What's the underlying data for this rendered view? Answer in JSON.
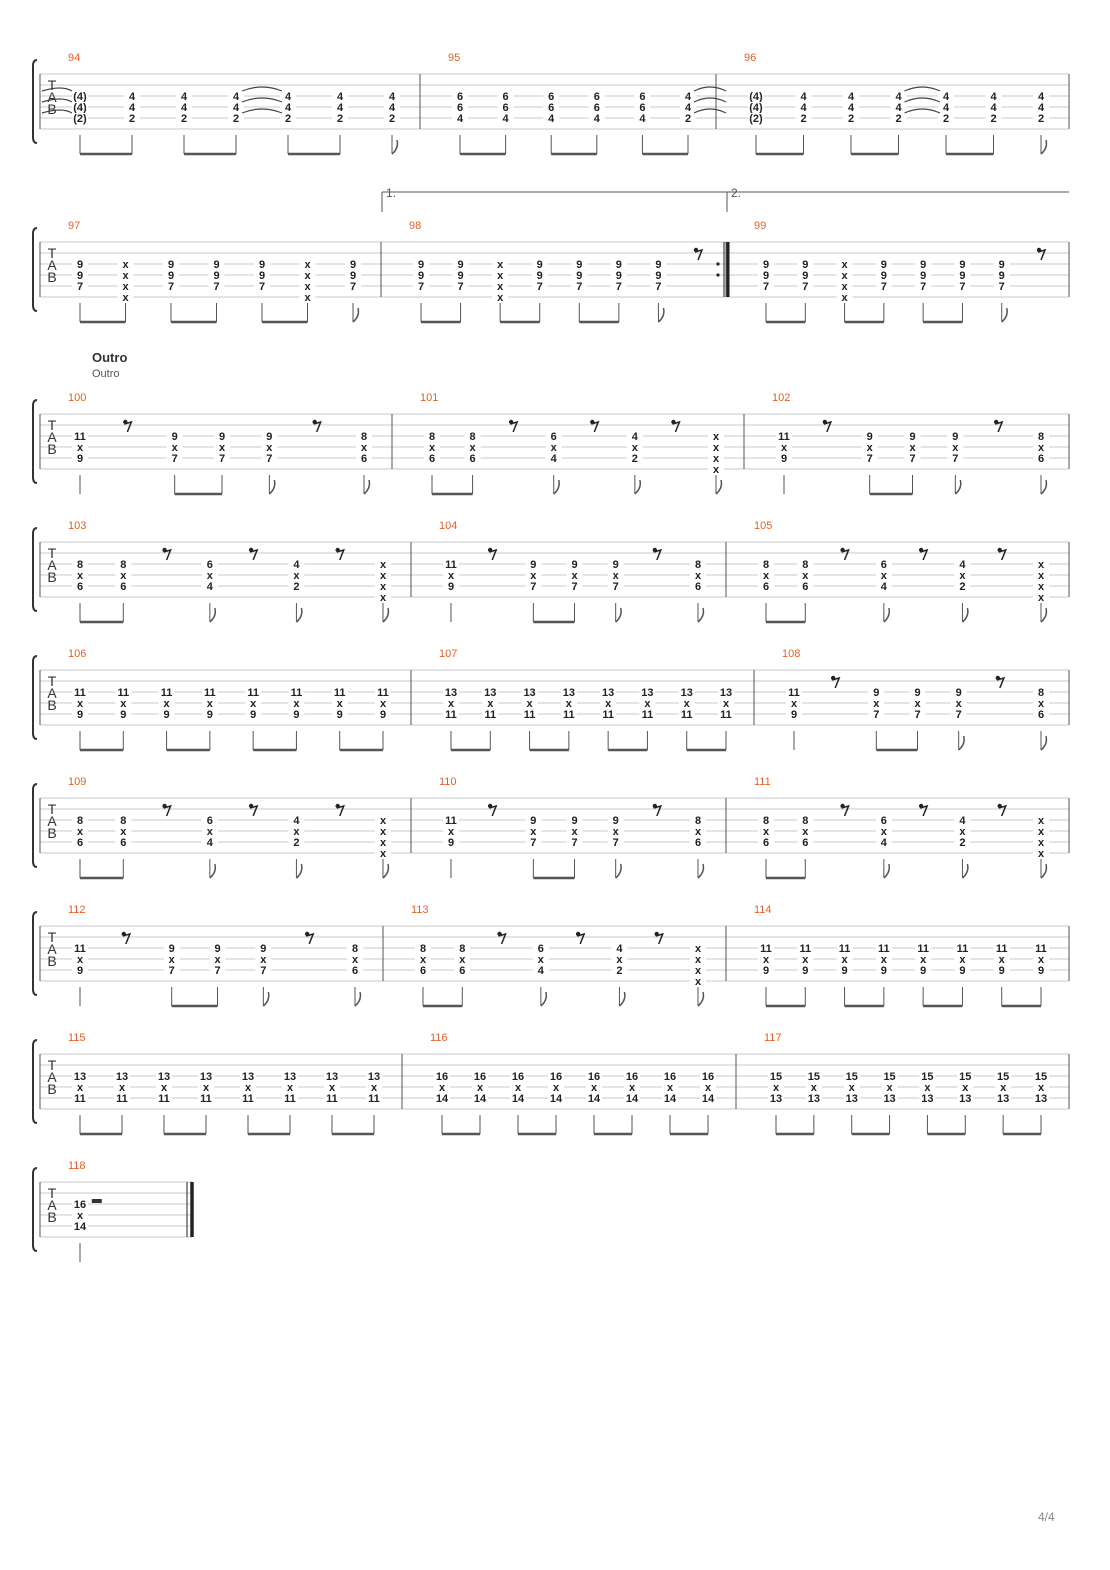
{
  "page": {
    "number": "4/4"
  },
  "tab": {
    "clef": [
      "T",
      "A",
      "B"
    ],
    "dead_note": "x",
    "rest_symbol": "eighth-rest",
    "whole_rest_symbol": "half-rest"
  },
  "section": {
    "title": "Outro",
    "subtitle": "Outro"
  },
  "voltas": [
    "1.",
    "2."
  ],
  "systems": [
    {
      "measures": [
        {
          "number": "94",
          "ties_in": true,
          "chords": [
            [
              "(4)",
              "(4)",
              "(2)"
            ],
            [
              "4",
              "4",
              "2"
            ],
            [
              "4",
              "4",
              "2"
            ],
            [
              "4",
              "4",
              "2"
            ],
            [
              "4",
              "4",
              "2"
            ],
            [
              "4",
              "4",
              "2"
            ],
            [
              "4",
              "4",
              "2"
            ]
          ],
          "tie_after": 3
        },
        {
          "number": "95",
          "chords": [
            [
              "6",
              "6",
              "4"
            ],
            [
              "6",
              "6",
              "4"
            ],
            [
              "6",
              "6",
              "4"
            ],
            [
              "6",
              "6",
              "4"
            ],
            [
              "6",
              "6",
              "4"
            ],
            [
              "4",
              "4",
              "2"
            ]
          ],
          "tie_after": 5
        },
        {
          "number": "96",
          "chords": [
            [
              "(4)",
              "(4)",
              "(2)"
            ],
            [
              "4",
              "4",
              "2"
            ],
            [
              "4",
              "4",
              "2"
            ],
            [
              "4",
              "4",
              "2"
            ],
            [
              "4",
              "4",
              "2"
            ],
            [
              "4",
              "4",
              "2"
            ],
            [
              "4",
              "4",
              "2"
            ]
          ],
          "tie_after": 3
        }
      ]
    },
    {
      "measures": [
        {
          "number": "97",
          "chords": [
            [
              "9",
              "9",
              "7"
            ],
            [
              "x",
              "x",
              "x",
              "x"
            ],
            [
              "9",
              "9",
              "7"
            ],
            [
              "9",
              "9",
              "7"
            ],
            [
              "9",
              "9",
              "7"
            ],
            [
              "x",
              "x",
              "x",
              "x"
            ],
            [
              "9",
              "9",
              "7"
            ]
          ]
        },
        {
          "number": "98",
          "volta": "1.",
          "chords": [
            [
              "9",
              "9",
              "7"
            ],
            [
              "9",
              "9",
              "7"
            ],
            [
              "x",
              "x",
              "x",
              "x"
            ],
            [
              "9",
              "9",
              "7"
            ],
            [
              "9",
              "9",
              "7"
            ],
            [
              "9",
              "9",
              "7"
            ],
            [
              "9",
              "9",
              "7"
            ],
            [
              "rest"
            ]
          ],
          "repeat_end": true
        },
        {
          "number": "99",
          "volta": "2.",
          "chords": [
            [
              "9",
              "9",
              "7"
            ],
            [
              "9",
              "9",
              "7"
            ],
            [
              "x",
              "x",
              "x",
              "x"
            ],
            [
              "9",
              "9",
              "7"
            ],
            [
              "9",
              "9",
              "7"
            ],
            [
              "9",
              "9",
              "7"
            ],
            [
              "9",
              "9",
              "7"
            ],
            [
              "rest"
            ]
          ]
        }
      ]
    },
    {
      "measures": [
        {
          "number": "100",
          "chords": [
            [
              "11",
              "x",
              "9"
            ],
            [
              "rest"
            ],
            [
              "9",
              "x",
              "7"
            ],
            [
              "9",
              "x",
              "7"
            ],
            [
              "9",
              "x",
              "7"
            ],
            [
              "rest"
            ],
            [
              "8",
              "x",
              "6"
            ]
          ]
        },
        {
          "number": "101",
          "chords": [
            [
              "8",
              "x",
              "6"
            ],
            [
              "8",
              "x",
              "6"
            ],
            [
              "rest"
            ],
            [
              "6",
              "x",
              "4"
            ],
            [
              "rest"
            ],
            [
              "4",
              "x",
              "2"
            ],
            [
              "rest"
            ],
            [
              "x",
              "x",
              "x",
              "x"
            ]
          ]
        },
        {
          "number": "102",
          "chords": [
            [
              "11",
              "x",
              "9"
            ],
            [
              "rest"
            ],
            [
              "9",
              "x",
              "7"
            ],
            [
              "9",
              "x",
              "7"
            ],
            [
              "9",
              "x",
              "7"
            ],
            [
              "rest"
            ],
            [
              "8",
              "x",
              "6"
            ]
          ]
        }
      ]
    },
    {
      "measures": [
        {
          "number": "103",
          "chords": [
            [
              "8",
              "x",
              "6"
            ],
            [
              "8",
              "x",
              "6"
            ],
            [
              "rest"
            ],
            [
              "6",
              "x",
              "4"
            ],
            [
              "rest"
            ],
            [
              "4",
              "x",
              "2"
            ],
            [
              "rest"
            ],
            [
              "x",
              "x",
              "x",
              "x"
            ]
          ]
        },
        {
          "number": "104",
          "chords": [
            [
              "11",
              "x",
              "9"
            ],
            [
              "rest"
            ],
            [
              "9",
              "x",
              "7"
            ],
            [
              "9",
              "x",
              "7"
            ],
            [
              "9",
              "x",
              "7"
            ],
            [
              "rest"
            ],
            [
              "8",
              "x",
              "6"
            ]
          ]
        },
        {
          "number": "105",
          "chords": [
            [
              "8",
              "x",
              "6"
            ],
            [
              "8",
              "x",
              "6"
            ],
            [
              "rest"
            ],
            [
              "6",
              "x",
              "4"
            ],
            [
              "rest"
            ],
            [
              "4",
              "x",
              "2"
            ],
            [
              "rest"
            ],
            [
              "x",
              "x",
              "x",
              "x"
            ]
          ]
        }
      ]
    },
    {
      "measures": [
        {
          "number": "106",
          "chords": [
            [
              "11",
              "x",
              "9"
            ],
            [
              "11",
              "x",
              "9"
            ],
            [
              "11",
              "x",
              "9"
            ],
            [
              "11",
              "x",
              "9"
            ],
            [
              "11",
              "x",
              "9"
            ],
            [
              "11",
              "x",
              "9"
            ],
            [
              "11",
              "x",
              "9"
            ],
            [
              "11",
              "x",
              "9"
            ]
          ]
        },
        {
          "number": "107",
          "chords": [
            [
              "13",
              "x",
              "11"
            ],
            [
              "13",
              "x",
              "11"
            ],
            [
              "13",
              "x",
              "11"
            ],
            [
              "13",
              "x",
              "11"
            ],
            [
              "13",
              "x",
              "11"
            ],
            [
              "13",
              "x",
              "11"
            ],
            [
              "13",
              "x",
              "11"
            ],
            [
              "13",
              "x",
              "11"
            ]
          ]
        },
        {
          "number": "108",
          "chords": [
            [
              "11",
              "x",
              "9"
            ],
            [
              "rest"
            ],
            [
              "9",
              "x",
              "7"
            ],
            [
              "9",
              "x",
              "7"
            ],
            [
              "9",
              "x",
              "7"
            ],
            [
              "rest"
            ],
            [
              "8",
              "x",
              "6"
            ]
          ]
        }
      ]
    },
    {
      "measures": [
        {
          "number": "109",
          "chords": [
            [
              "8",
              "x",
              "6"
            ],
            [
              "8",
              "x",
              "6"
            ],
            [
              "rest"
            ],
            [
              "6",
              "x",
              "4"
            ],
            [
              "rest"
            ],
            [
              "4",
              "x",
              "2"
            ],
            [
              "rest"
            ],
            [
              "x",
              "x",
              "x",
              "x"
            ]
          ]
        },
        {
          "number": "110",
          "chords": [
            [
              "11",
              "x",
              "9"
            ],
            [
              "rest"
            ],
            [
              "9",
              "x",
              "7"
            ],
            [
              "9",
              "x",
              "7"
            ],
            [
              "9",
              "x",
              "7"
            ],
            [
              "rest"
            ],
            [
              "8",
              "x",
              "6"
            ]
          ]
        },
        {
          "number": "111",
          "chords": [
            [
              "8",
              "x",
              "6"
            ],
            [
              "8",
              "x",
              "6"
            ],
            [
              "rest"
            ],
            [
              "6",
              "x",
              "4"
            ],
            [
              "rest"
            ],
            [
              "4",
              "x",
              "2"
            ],
            [
              "rest"
            ],
            [
              "x",
              "x",
              "x",
              "x"
            ]
          ]
        }
      ]
    },
    {
      "measures": [
        {
          "number": "112",
          "chords": [
            [
              "11",
              "x",
              "9"
            ],
            [
              "rest"
            ],
            [
              "9",
              "x",
              "7"
            ],
            [
              "9",
              "x",
              "7"
            ],
            [
              "9",
              "x",
              "7"
            ],
            [
              "rest"
            ],
            [
              "8",
              "x",
              "6"
            ]
          ]
        },
        {
          "number": "113",
          "chords": [
            [
              "8",
              "x",
              "6"
            ],
            [
              "8",
              "x",
              "6"
            ],
            [
              "rest"
            ],
            [
              "6",
              "x",
              "4"
            ],
            [
              "rest"
            ],
            [
              "4",
              "x",
              "2"
            ],
            [
              "rest"
            ],
            [
              "x",
              "x",
              "x",
              "x"
            ]
          ]
        },
        {
          "number": "114",
          "chords": [
            [
              "11",
              "x",
              "9"
            ],
            [
              "11",
              "x",
              "9"
            ],
            [
              "11",
              "x",
              "9"
            ],
            [
              "11",
              "x",
              "9"
            ],
            [
              "11",
              "x",
              "9"
            ],
            [
              "11",
              "x",
              "9"
            ],
            [
              "11",
              "x",
              "9"
            ],
            [
              "11",
              "x",
              "9"
            ]
          ]
        }
      ]
    },
    {
      "measures": [
        {
          "number": "115",
          "chords": [
            [
              "13",
              "x",
              "11"
            ],
            [
              "13",
              "x",
              "11"
            ],
            [
              "13",
              "x",
              "11"
            ],
            [
              "13",
              "x",
              "11"
            ],
            [
              "13",
              "x",
              "11"
            ],
            [
              "13",
              "x",
              "11"
            ],
            [
              "13",
              "x",
              "11"
            ],
            [
              "13",
              "x",
              "11"
            ]
          ]
        },
        {
          "number": "116",
          "chords": [
            [
              "16",
              "x",
              "14"
            ],
            [
              "16",
              "x",
              "14"
            ],
            [
              "16",
              "x",
              "14"
            ],
            [
              "16",
              "x",
              "14"
            ],
            [
              "16",
              "x",
              "14"
            ],
            [
              "16",
              "x",
              "14"
            ],
            [
              "16",
              "x",
              "14"
            ],
            [
              "16",
              "x",
              "14"
            ]
          ]
        },
        {
          "number": "117",
          "chords": [
            [
              "15",
              "x",
              "13"
            ],
            [
              "15",
              "x",
              "13"
            ],
            [
              "15",
              "x",
              "13"
            ],
            [
              "15",
              "x",
              "13"
            ],
            [
              "15",
              "x",
              "13"
            ],
            [
              "15",
              "x",
              "13"
            ],
            [
              "15",
              "x",
              "13"
            ],
            [
              "15",
              "x",
              "13"
            ]
          ]
        }
      ]
    },
    {
      "measures": [
        {
          "number": "118",
          "chords": [
            [
              "16",
              "x",
              "14"
            ],
            [
              "halfrest"
            ]
          ],
          "final": true
        }
      ]
    }
  ]
}
